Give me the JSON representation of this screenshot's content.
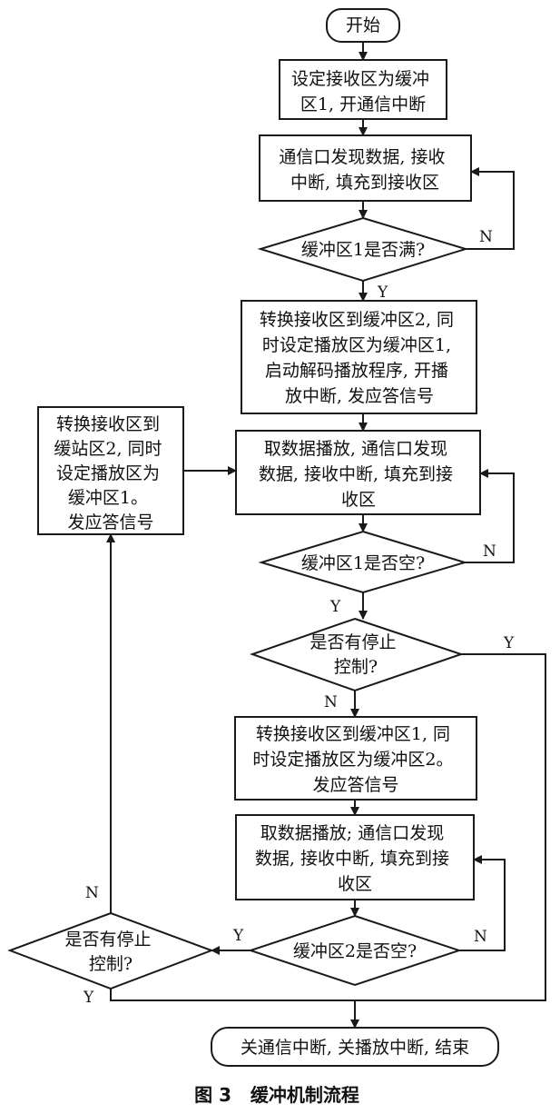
{
  "diagram": {
    "caption": "图 3   缓冲机制流程",
    "nodes": [
      {
        "id": "start",
        "lines": [
          "开始"
        ]
      },
      {
        "id": "set-buffer1",
        "lines": [
          "设定接收区为缓冲",
          "区1, 开通信中断"
        ]
      },
      {
        "id": "receive-fill-1",
        "lines": [
          "通信口发现数据, 接收",
          "中断, 填充到接收区"
        ]
      },
      {
        "id": "buffer1-full",
        "lines": [
          "缓冲区1是否满?"
        ]
      },
      {
        "id": "switch-to-buffer2",
        "lines": [
          "转换接收区到缓冲区2, 同",
          "时设定播放区为缓冲区1,",
          "启动解码播放程序, 开播",
          "放中断, 发应答信号"
        ]
      },
      {
        "id": "left-switch",
        "lines": [
          "转换接收区到",
          "缓站区2, 同时",
          "设定播放区为",
          "缓冲区1。",
          "发应答信号"
        ]
      },
      {
        "id": "play-receive-1",
        "lines": [
          "取数据播放, 通信口发现",
          "数据, 接收中断, 填充到接",
          "收区"
        ]
      },
      {
        "id": "buffer1-empty",
        "lines": [
          "缓冲区1是否空?"
        ]
      },
      {
        "id": "stop-control-1",
        "lines": [
          "是否有停止",
          "控制?"
        ]
      },
      {
        "id": "switch-to-buffer1",
        "lines": [
          "转换接收区到缓冲区1, 同",
          "时设定播放区为缓冲区2。",
          "发应答信号"
        ]
      },
      {
        "id": "play-receive-2",
        "lines": [
          "取数据播放; 通信口发现",
          "数据, 接收中断, 填充到接",
          "收区"
        ]
      },
      {
        "id": "buffer2-empty",
        "lines": [
          "缓冲区2是否空?"
        ]
      },
      {
        "id": "stop-control-2",
        "lines": [
          "是否有停止",
          "控制?"
        ]
      },
      {
        "id": "end",
        "lines": [
          "关通信中断, 关播放中断, 结束"
        ]
      }
    ],
    "edge_labels": {
      "buffer1_full_no": "N",
      "buffer1_full_yes": "Y",
      "buffer1_empty_no": "N",
      "buffer1_empty_yes": "Y",
      "stop1_yes": "Y",
      "stop1_no": "N",
      "buffer2_empty_no": "N",
      "buffer2_empty_yes": "Y",
      "stop2_no": "N",
      "stop2_yes": "Y"
    }
  }
}
